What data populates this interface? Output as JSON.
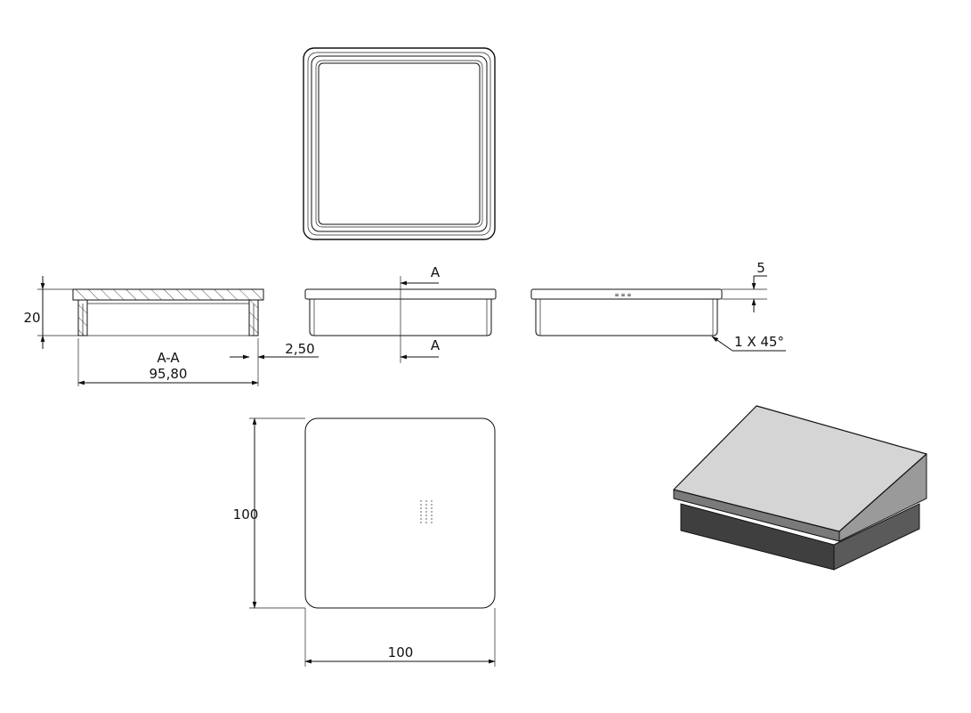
{
  "drawing": {
    "section_view_label": "A-A",
    "dim_height_20": "20",
    "dim_inner_width": "95,80",
    "dim_wall": "2,50",
    "dim_top_thickness": "5",
    "chamfer_note": "1 X 45°",
    "section_marker_top": "A",
    "section_marker_bottom": "A",
    "dim_plan_height": "100",
    "dim_plan_width": "100",
    "colors": {
      "line": "#111111",
      "iso_top": "#d2d2d2",
      "iso_side_light": "#6e6e6e",
      "iso_side_dark": "#3a3a3a"
    }
  }
}
